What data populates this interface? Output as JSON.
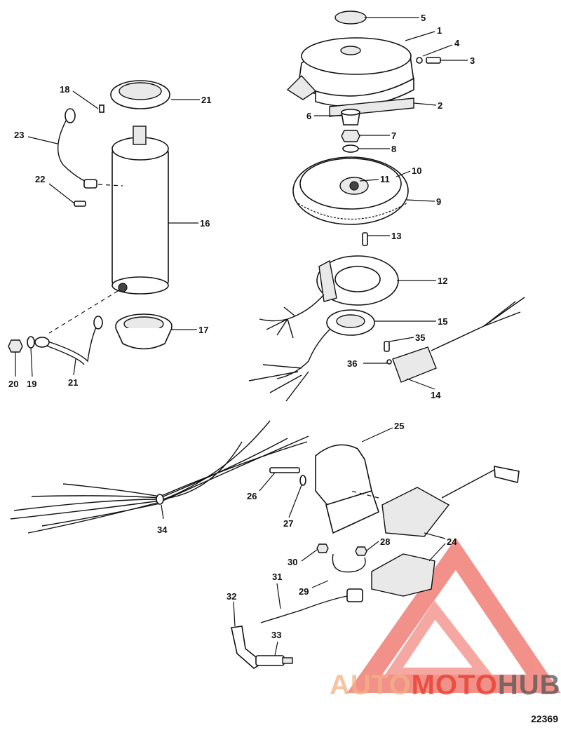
{
  "figure_number": "22369",
  "watermark": {
    "part1": "AUTO",
    "part2": "MOTO",
    "part3": "HUB",
    "color_light": "#f4b183",
    "color_red": "#e8392b",
    "color_dark": "#555555"
  },
  "callouts": {
    "c1": "1",
    "c2": "2",
    "c3": "3",
    "c4": "4",
    "c5": "5",
    "c6": "6",
    "c7": "7",
    "c8": "8",
    "c9": "9",
    "c10": "10",
    "c11": "11",
    "c12": "12",
    "c13": "13",
    "c14": "14",
    "c15": "15",
    "c16": "16",
    "c17": "17",
    "c18": "18",
    "c19": "19",
    "c20": "20",
    "c21a": "21",
    "c21b": "21",
    "c22": "22",
    "c23": "23",
    "c24": "24",
    "c25": "25",
    "c26": "26",
    "c27": "27",
    "c28": "28",
    "c29": "29",
    "c30": "30",
    "c31": "31",
    "c32": "32",
    "c33": "33",
    "c34": "34",
    "c35": "35",
    "c36": "36"
  }
}
